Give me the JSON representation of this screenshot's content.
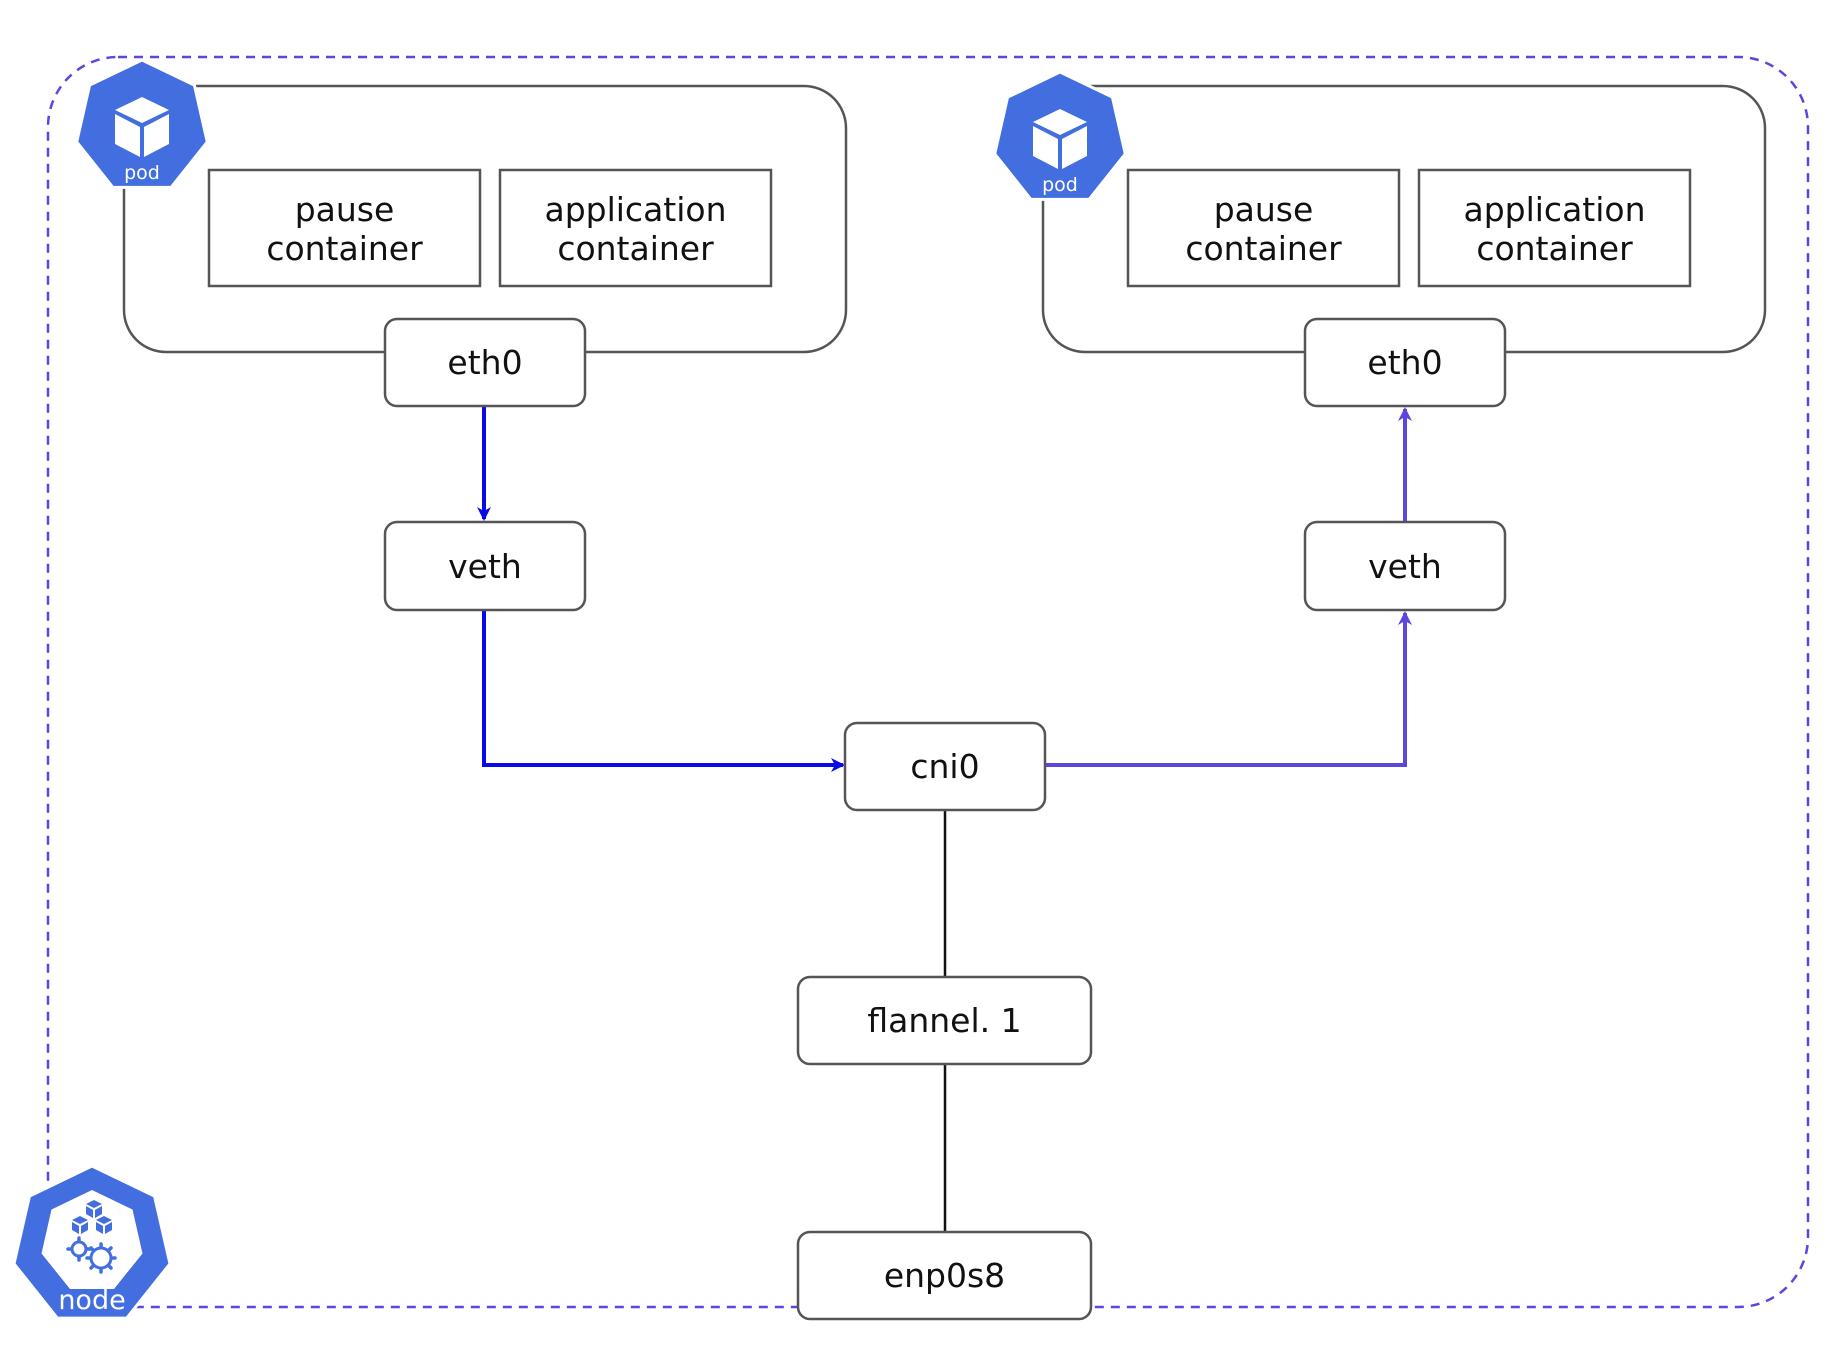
{
  "colors": {
    "node_border": "#5b47e0",
    "pod_border": "#555555",
    "box_border": "#555555",
    "badge_fill": "#426ee0",
    "arrow_left": "#0a0ae8",
    "arrow_right": "#5b47e0",
    "link": "#111111"
  },
  "node": {
    "badge_label": "node",
    "badge_icon": "node-icon"
  },
  "pods": [
    {
      "badge_label": "pod",
      "badge_icon": "cube-icon",
      "containers": [
        {
          "line1": "pause",
          "line2": "container"
        },
        {
          "line1": "application",
          "line2": "container"
        }
      ],
      "eth_label": "eth0",
      "veth_label": "veth"
    },
    {
      "badge_label": "pod",
      "badge_icon": "cube-icon",
      "containers": [
        {
          "line1": "pause",
          "line2": "container"
        },
        {
          "line1": "application",
          "line2": "container"
        }
      ],
      "eth_label": "eth0",
      "veth_label": "veth"
    }
  ],
  "bridge": {
    "label": "cni0"
  },
  "flannel": {
    "label": "flannel. 1"
  },
  "nic": {
    "label": "enp0s8"
  }
}
